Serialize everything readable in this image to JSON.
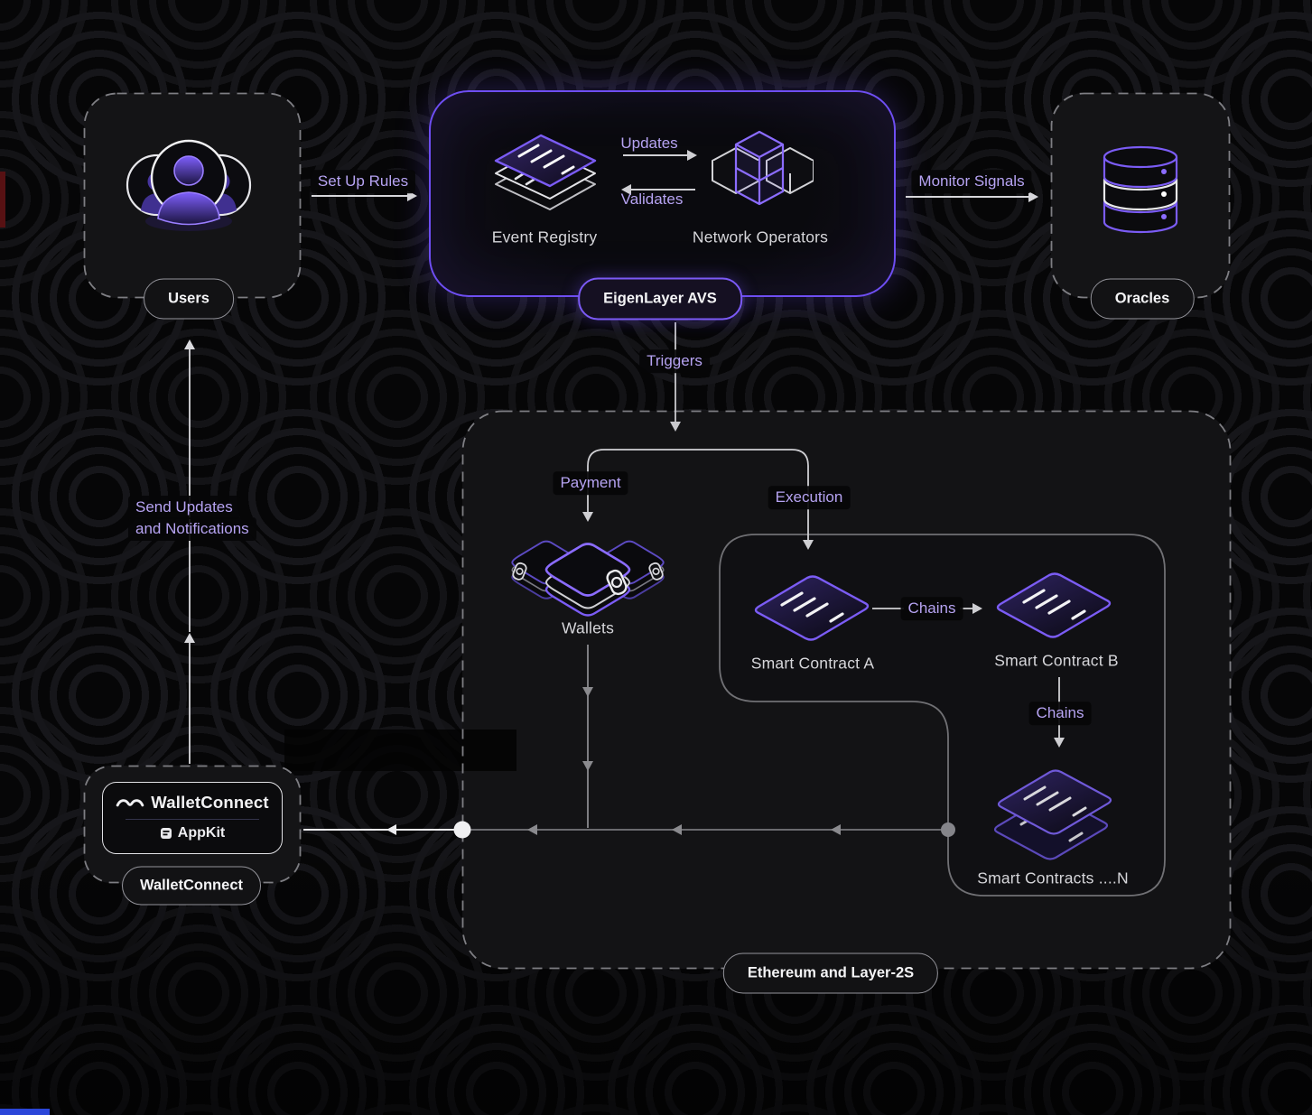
{
  "colors": {
    "accent_purple": "#6E4EF2",
    "label_purple": "#B6A3F2",
    "line_grey": "#8A8A8E",
    "line_white": "#ECECEF",
    "background": "#060607"
  },
  "icons": {
    "users": "users-icon",
    "event_registry": "document-stack-icon",
    "network_operators": "cubes-icon",
    "oracles": "database-icon",
    "wallets": "wallets-icon",
    "smart_contract": "contract-card-icon",
    "smart_contracts_stack": "contract-stack-icon",
    "walletconnect": "walletconnect-wave-icon",
    "appkit": "appkit-icon"
  },
  "nodes": {
    "users": {
      "pill": "Users"
    },
    "eigenlayer": {
      "pill": "EigenLayer AVS",
      "event_registry_label": "Event Registry",
      "network_operators_label": "Network Operators",
      "updates_label": "Updates",
      "validates_label": "Validates"
    },
    "oracles": {
      "pill": "Oracles"
    },
    "ethereum": {
      "pill": "Ethereum and Layer-2S",
      "wallets_label": "Wallets",
      "smart_contract_a_label": "Smart Contract A",
      "smart_contract_b_label": "Smart Contract B",
      "smart_contracts_n_label": "Smart Contracts ....N"
    },
    "walletconnect": {
      "pill": "WalletConnect",
      "logo_text": "WalletConnect",
      "appkit_text": "AppKit"
    }
  },
  "edges": {
    "set_up_rules": "Set Up Rules",
    "monitor_signals": "Monitor Signals",
    "triggers": "Triggers",
    "payment": "Payment",
    "execution": "Execution",
    "chains_a_to_b": "Chains",
    "chains_b_to_n": "Chains",
    "send_updates": "Send Updates",
    "and_notifications": "and Notifications"
  }
}
